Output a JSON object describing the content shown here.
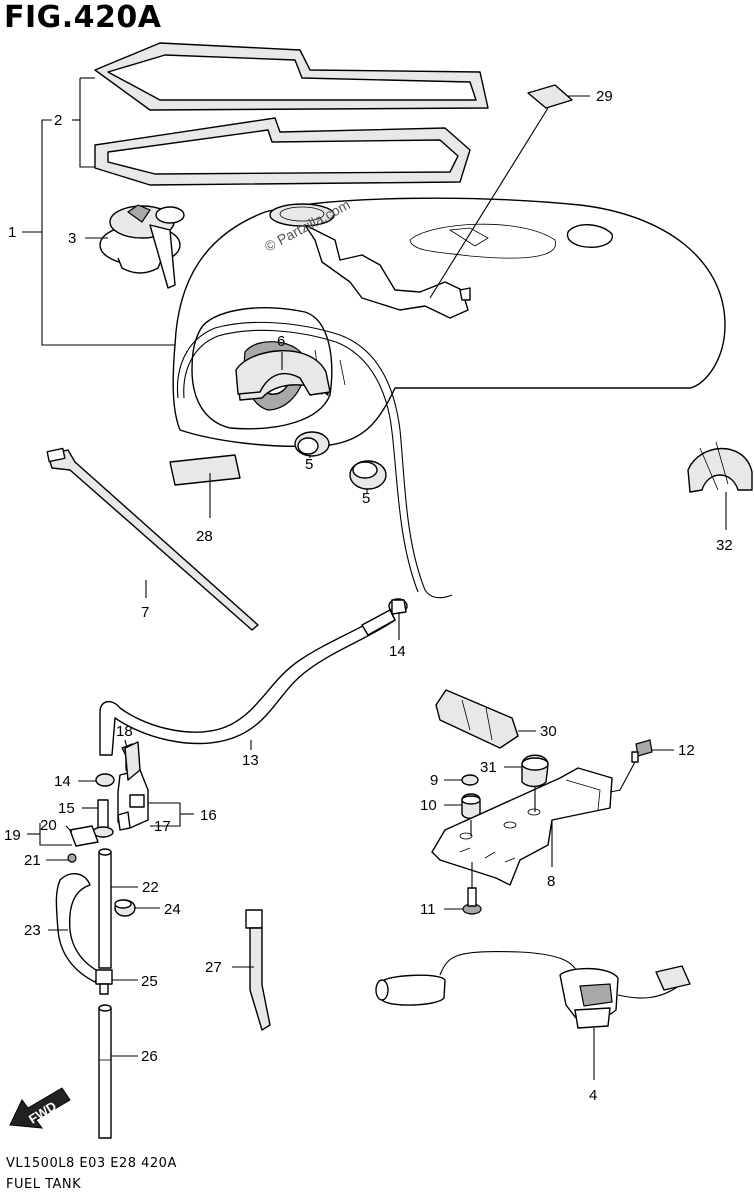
{
  "figure": {
    "title": "FIG.420A"
  },
  "footer": {
    "model_code": "VL1500L8  E03  E28  420A",
    "section_name": "FUEL TANK"
  },
  "watermark": "© Partzilla.com",
  "direction_label": "FWD",
  "callouts": [
    "1",
    "2",
    "3",
    "29",
    "5",
    "5",
    "28",
    "6",
    "32",
    "7",
    "14",
    "13",
    "18",
    "14",
    "15",
    "16",
    "17",
    "20",
    "19",
    "21",
    "22",
    "23",
    "24",
    "25",
    "26",
    "27",
    "30",
    "12",
    "31",
    "9",
    "10",
    "8",
    "11",
    "4"
  ]
}
